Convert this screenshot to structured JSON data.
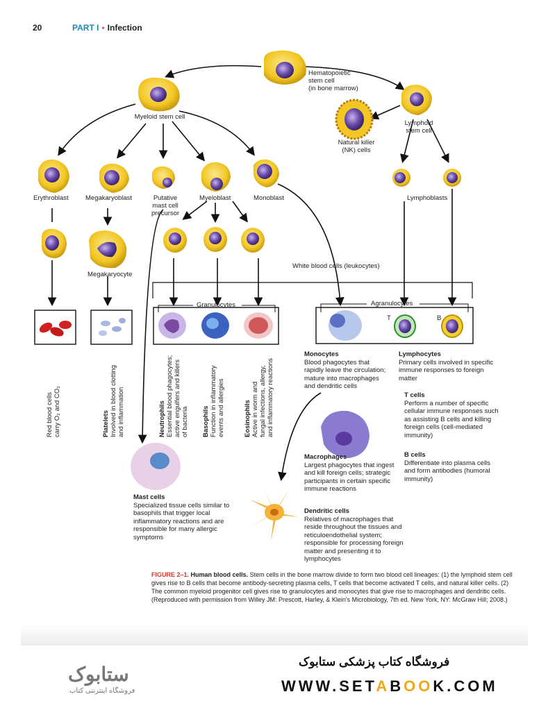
{
  "header": {
    "page_number": "20",
    "part": "PART I",
    "section": "Infection"
  },
  "nodes": {
    "hsc": "Hematopoietic\nstem cell\n(in bone marrow)",
    "myeloid": "Myeloid stem cell",
    "lymphoid": "Lymphoid\nstem cell",
    "nk": "Natural killer\n(NK) cells",
    "erythroblast": "Erythroblast",
    "megakaryoblast": "Megakaryoblast",
    "putative": "Putative\nmast cell\nprecursor",
    "myeloblast": "Myeloblast",
    "monoblast": "Monoblast",
    "lymphoblasts": "Lymphoblasts",
    "megakaryocyte": "Megakaryocyte",
    "wbc": "White blood cells (leukocytes)",
    "granulocytes": "Granulocytes",
    "agranulocytes": "Agranulocytes",
    "t": "T",
    "b": "B"
  },
  "vertical": {
    "rbc": {
      "title": "",
      "text": "Red blood cells\ncarry O₂ and CO₂"
    },
    "platelets": {
      "title": "Platelets",
      "text": "Involved in blood clotting\nand inflammation"
    },
    "neutrophils": {
      "title": "Neutrophils",
      "text": "Essential blood phagocytes;\nactive engulfers and killers\nof bacteria"
    },
    "basophils": {
      "title": "Basophils",
      "text": "Function in inflammatory\nevents and allergies"
    },
    "eosinophils": {
      "title": "Eosinophils",
      "text": "Active in worm and\nfungal infections, allergy,\nand inflammatory reactions"
    }
  },
  "descriptions": {
    "monocytes": {
      "title": "Monocytes",
      "text": "Blood phagocytes that rapidly leave the circulation; mature into macrophages and dendritic cells"
    },
    "lymphocytes": {
      "title": "Lymphocytes",
      "text": "Primary cells involved in specific immune responses to foreign matter"
    },
    "tcells": {
      "title": "T cells",
      "text": "Perform a number of specific cellular immune responses such as assisting B cells and killing foreign cells (cell-mediated immunity)"
    },
    "bcells": {
      "title": "B cells",
      "text": "Differentiate into plasma cells and form antibodies (humoral immunity)"
    },
    "macrophages": {
      "title": "Macrophages",
      "text": "Largest phagocytes that ingest and kill foreign cells; strategic participants in certain specific immune reactions"
    },
    "dendritic": {
      "title": "Dendritic cells",
      "text": "Relatives of macrophages that reside throughout the tissues and reticuloendothelial system; responsible for processing foreign matter and presenting it to lymphocytes"
    },
    "mast": {
      "title": "Mast cells",
      "text": "Specialized tissue cells similar to basophils that trigger local inflammatory reactions and are responsible for many allergic symptoms"
    }
  },
  "caption": {
    "figure": "FIGURE 2–1.",
    "title": "Human blood cells.",
    "text": "Stem cells in the bone marrow divide to form two blood cell lineages: (1) the lymphoid stem cell gives rise to B cells that become antibody-secreting plasma cells, T cells that become activated T cells, and natural killer cells. (2) The common myeloid progenitor cell gives rise to granulocytes and monocytes that give rise to macrophages and dendritic cells. (Reproduced with permission from Willey JM: Prescott, Harley, & Klein's Microbiology, 7th ed. New York, NY: McGraw Hill; 2008.)"
  },
  "footer": {
    "logo_text": "ستابوک",
    "logo_sub": "فروشگاه اینترنتی کتاب",
    "store_name": "فروشگاه کتاب پزشکی ستابوک",
    "url_prefix": "WWW.SET",
    "url_a": "A",
    "url_mid": "B",
    "url_o": "OO",
    "url_suffix": "K.COM"
  },
  "colors": {
    "cell_yellow": "#f4cf2e",
    "nucleus_purple": "#6a4aa8",
    "caption_red": "#d8392e",
    "accent_orange": "#f0a818"
  }
}
